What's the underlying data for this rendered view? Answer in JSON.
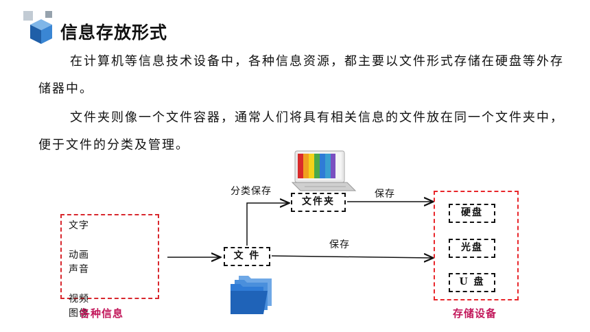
{
  "header": {
    "title": "信息存放形式"
  },
  "paragraphs": [
    "在计算机等信息技术设备中，各种信息资源，都主要以文件形式存储在硬盘等外存储器中。",
    "文件夹则像一个文件容器，通常人们将具有相关信息的文件放在同一个文件夹中，便于文件的分类及管理。"
  ],
  "diagram": {
    "info_items": [
      "文字",
      "动画",
      "声音",
      "视频",
      "图像"
    ],
    "info_caption": "各种信息",
    "file_label": "文 件",
    "folder_label": "文件夹",
    "arrow_classify": "分类保存",
    "arrow_save_folder": "保存",
    "arrow_save_file": "保存",
    "storage_items": [
      "硬盘",
      "光盘",
      "U 盘"
    ],
    "storage_caption": "存储设备",
    "colors": {
      "accent_red": "#e8252a",
      "caption_magenta": "#c2185b",
      "folder_blue": "#2f7bd6"
    },
    "icons": [
      "cube-logo-icon",
      "laptop-binders-icon",
      "blue-folders-icon"
    ]
  }
}
